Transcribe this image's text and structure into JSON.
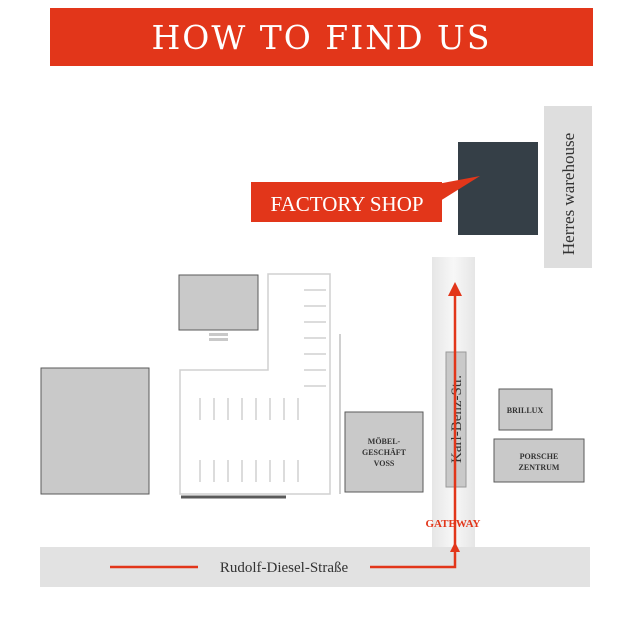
{
  "title": "HOW TO FIND US",
  "labels": {
    "factory_shop": "FACTORY SHOP",
    "herres_warehouse": "Herres warehouse",
    "karl_benz_str": "Karl-Benz-Str.",
    "rudolf_diesel_strasse": "Rudolf-Diesel-Straße",
    "gateway": "GATEWAY",
    "brillux": "BRILLUX",
    "porsche_line1": "PORSCHE",
    "porsche_line2": "ZENTRUM",
    "moebel_line1": "MÖBEL-",
    "moebel_line2": "GESCHÄFT",
    "moebel_line3": "VOSS"
  },
  "colors": {
    "accent_red": "#e2361a",
    "building_gray": "#c9c9c9",
    "building_outline": "#5a5a5a",
    "road_gray": "#e2e2e2",
    "factory_building": "#353f47"
  }
}
